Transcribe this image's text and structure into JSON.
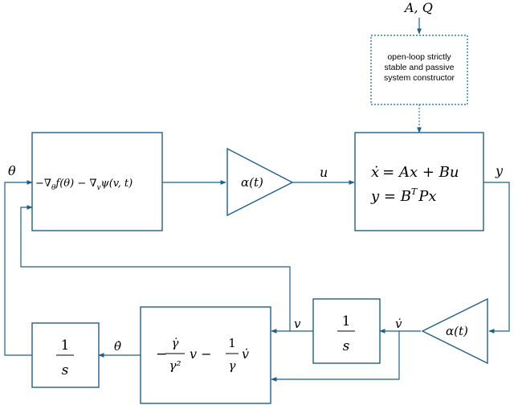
{
  "inputs": {
    "aq": "A, Q"
  },
  "constructor_lines": [
    "open-loop strictly",
    "stable and passive",
    "system constructor"
  ],
  "signals": {
    "theta": "θ",
    "u": "u",
    "y": "y",
    "v": "v",
    "vdot": "v̇",
    "thetadot": "θ̇"
  },
  "gradient_block": {
    "minus1": "−∇",
    "sub1": "θ",
    "f": "f(θ) − ∇",
    "sub2": "v",
    "psi": "ψ(v, t)"
  },
  "gain_top": "α(t)",
  "gain_bottom": "α(t)",
  "plant": {
    "eq1_lhs": "ẋ",
    "eq1_rhs": "= Ax + Bu",
    "eq2_lhs": "y = B",
    "eq2_sup": "T",
    "eq2_rhs": "Px"
  },
  "integrator_top": {
    "num": "1",
    "den": "s"
  },
  "integrator_left": {
    "num": "1",
    "den": "s"
  },
  "update_block": {
    "minus": "−",
    "num1": "γ̇",
    "den1": "γ²",
    "mid": "v −",
    "num2": "1",
    "den2": "γ",
    "tail": "v̇"
  }
}
